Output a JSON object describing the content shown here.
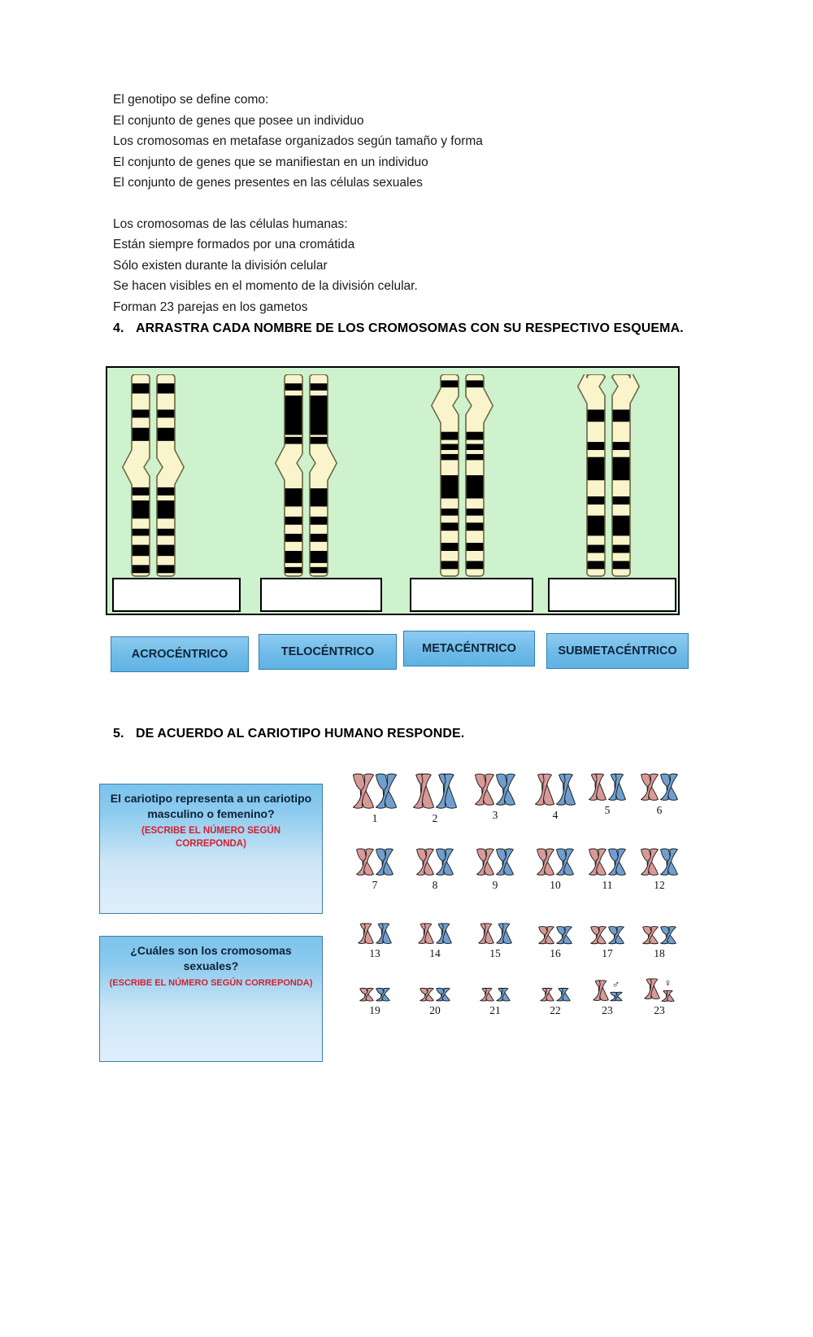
{
  "intro": {
    "block1": [
      "El genotipo se define como:",
      "El conjunto de genes que posee un individuo",
      "Los cromosomas en metafase organizados según tamaño y forma",
      "El conjunto de genes que se manifiestan en un individuo",
      "El conjunto de genes presentes en las células sexuales"
    ],
    "block2": [
      "Los cromosomas de las células humanas:",
      "Están siempre formados por una cromátida",
      "Sólo existen durante la división celular",
      "Se hacen visibles en el momento de la división celular.",
      "Forman 23 parejas en los gametos"
    ]
  },
  "question4": {
    "number": "4.",
    "title": "ARRASTRA CADA NOMBRE DE LOS CROMOSOMAS CON SU RESPECTIVO ESQUEMA.",
    "panel_bg": "#cdf2cd",
    "chromosome_fill": "#faf4cd",
    "answer_boxes": [
      "",
      "",
      "",
      ""
    ],
    "drag_labels": [
      {
        "label": "ACROCÉNTRICO"
      },
      {
        "label": "TELOCÉNTRICO"
      },
      {
        "label": "METACÉNTRICO"
      },
      {
        "label": "SUBMETACÉNTRICO"
      }
    ]
  },
  "question5": {
    "number": "5.",
    "title": "DE ACUERDO AL CARIOTIPO HUMANO RESPONDE.",
    "boxes": [
      {
        "text": "El cariotipo representa a un cariotipo masculino o femenino?",
        "hint": "(ESCRIBE EL NÚMERO SEGÚN CORREPONDA)",
        "answer": ""
      },
      {
        "text": "¿Cuáles son los cromosomas sexuales?",
        "hint": "(ESCRIBE EL NÚMERO SEGÚN CORREPONDA)",
        "answer": ""
      }
    ],
    "karyotype": {
      "colors": {
        "pink": "#d99a97",
        "blue": "#6f9fd0",
        "outline": "#1a1a1a"
      },
      "rows": [
        [
          {
            "label": "1",
            "shape": "meta",
            "size": "xl",
            "left": "pink",
            "right": "blue"
          },
          {
            "label": "2",
            "shape": "sub",
            "size": "xl",
            "left": "pink",
            "right": "blue"
          },
          {
            "label": "3",
            "shape": "meta",
            "size": "l",
            "left": "pink",
            "right": "blue"
          },
          {
            "label": "4",
            "shape": "sub",
            "size": "l",
            "left": "pink",
            "right": "blue"
          },
          {
            "label": "5",
            "shape": "sub",
            "size": "m",
            "left": "pink",
            "right": "blue"
          },
          {
            "label": "6",
            "shape": "meta",
            "size": "m",
            "left": "pink",
            "right": "blue"
          }
        ],
        [
          {
            "label": "7",
            "shape": "meta",
            "size": "m",
            "left": "pink",
            "right": "blue"
          },
          {
            "label": "8",
            "shape": "meta",
            "size": "m",
            "left": "pink",
            "right": "blue"
          },
          {
            "label": "9",
            "shape": "meta",
            "size": "m",
            "left": "pink",
            "right": "blue"
          },
          {
            "label": "10",
            "shape": "meta",
            "size": "m",
            "left": "pink",
            "right": "blue"
          },
          {
            "label": "11",
            "shape": "meta",
            "size": "m",
            "left": "pink",
            "right": "blue"
          },
          {
            "label": "12",
            "shape": "meta",
            "size": "m",
            "left": "pink",
            "right": "blue"
          }
        ],
        [
          {
            "label": "13",
            "shape": "sub",
            "size": "s",
            "left": "pink",
            "right": "blue"
          },
          {
            "label": "14",
            "shape": "sub",
            "size": "s",
            "left": "pink",
            "right": "blue"
          },
          {
            "label": "15",
            "shape": "sub",
            "size": "s",
            "left": "pink",
            "right": "blue"
          },
          {
            "label": "16",
            "shape": "meta",
            "size": "xs",
            "left": "pink",
            "right": "blue"
          },
          {
            "label": "17",
            "shape": "meta",
            "size": "xs",
            "left": "pink",
            "right": "blue"
          },
          {
            "label": "18",
            "shape": "meta",
            "size": "xs",
            "left": "pink",
            "right": "blue"
          }
        ],
        [
          {
            "label": "19",
            "shape": "meta",
            "size": "xxs",
            "left": "pink",
            "right": "blue"
          },
          {
            "label": "20",
            "shape": "meta",
            "size": "xxs",
            "left": "pink",
            "right": "blue"
          },
          {
            "label": "21",
            "shape": "sub",
            "size": "xxs",
            "left": "pink",
            "right": "blue"
          },
          {
            "label": "22",
            "shape": "sub",
            "size": "xxs",
            "left": "pink",
            "right": "blue"
          },
          {
            "label": "23",
            "shape": "xy",
            "size": "s",
            "left": "pink",
            "right": "blue",
            "symbol": "♂"
          },
          {
            "label": "23",
            "shape": "xx",
            "size": "s",
            "left": "pink",
            "right": "pink",
            "symbol": "♀"
          }
        ]
      ]
    }
  }
}
